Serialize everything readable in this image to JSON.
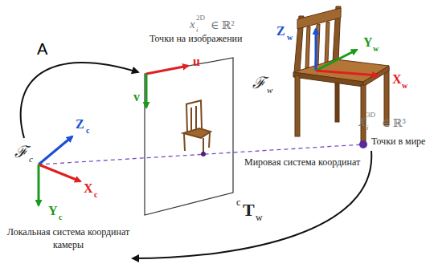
{
  "diagram": {
    "labels": [
      "x",
      "2D",
      "i",
      "∈ ℝ²",
      "Точки на изображении",
      "A",
      "u",
      "v",
      "Z",
      "w",
      "Y",
      "w",
      "X",
      "w",
      "ℱ",
      "w",
      "X",
      "3D",
      "i",
      "∈ ℝ³",
      "Точки в мире",
      "Мировая система координат",
      "ℱ",
      "c",
      "Z",
      "c",
      "X",
      "c",
      "Y",
      "c",
      "c",
      "T",
      "w",
      "Локальная система координат камеры"
    ]
  }
}
